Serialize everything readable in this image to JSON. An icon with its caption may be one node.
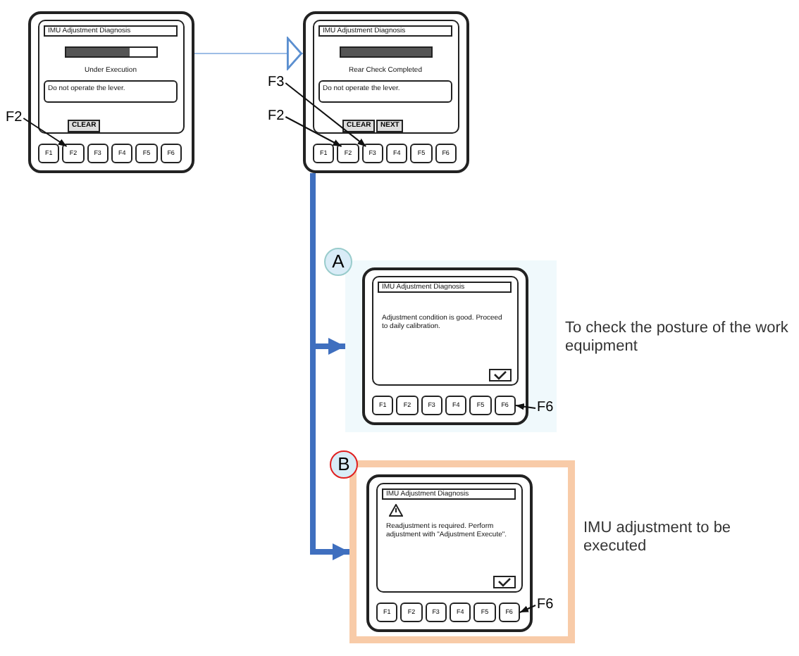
{
  "diagram": {
    "nodes": [
      {
        "text": [
          "IMU Adjustment Diagnosis",
          "Under Execution",
          "Do not operate the lever.",
          "CLEAR"
        ]
      },
      {
        "text": [
          "F1"
        ],
        "in": 0
      },
      {
        "text": [
          "F2"
        ],
        "in": 0
      },
      {
        "text": [
          "F3"
        ],
        "in": 0
      },
      {
        "text": [
          "F4"
        ],
        "in": 0
      },
      {
        "text": [
          "F5"
        ],
        "in": 0
      },
      {
        "text": [
          "F6"
        ],
        "in": 0
      },
      {
        "text": [
          "IMU Adjustment Diagnosis",
          "Rear Check Completed",
          "Do not operate the lever.",
          "CLEAR",
          "NEXT"
        ]
      },
      {
        "text": [
          "F1"
        ],
        "in": 7
      },
      {
        "text": [
          "F2"
        ],
        "in": 7
      },
      {
        "text": [
          "F3"
        ],
        "in": 7
      },
      {
        "text": [
          "F4"
        ],
        "in": 7
      },
      {
        "text": [
          "F5"
        ],
        "in": 7
      },
      {
        "text": [
          "F6"
        ],
        "in": 7
      },
      {
        "text": [],
        "shape": "box",
        "beside": [
          "To check the posture of the work equipment"
        ]
      },
      {
        "text": [
          "A"
        ]
      },
      {
        "text": [
          "IMU Adjustment Diagnosis",
          "Adjustment condition is good. Proceed to daily calibration."
        ],
        "in": 14
      },
      {
        "text": [
          "F1"
        ],
        "in": 16
      },
      {
        "text": [
          "F2"
        ],
        "in": 16
      },
      {
        "text": [
          "F3"
        ],
        "in": 16
      },
      {
        "text": [
          "F4"
        ],
        "in": 16
      },
      {
        "text": [
          "F5"
        ],
        "in": 16
      },
      {
        "text": [
          "F6"
        ],
        "in": 16
      },
      {
        "text": [],
        "shape": "box",
        "beside": [
          "IMU adjustment to be executed"
        ]
      },
      {
        "text": [
          "B"
        ]
      },
      {
        "text": [
          "IMU Adjustment Diagnosis",
          "Readjustment is required. Perform adjustment with \"Adjustment Execute\"."
        ],
        "in": 23
      },
      {
        "text": [
          "F1"
        ],
        "in": 25
      },
      {
        "text": [
          "F2"
        ],
        "in": 25
      },
      {
        "text": [
          "F3"
        ],
        "in": 25
      },
      {
        "text": [
          "F4"
        ],
        "in": 25
      },
      {
        "text": [
          "F5"
        ],
        "in": 25
      },
      {
        "text": [
          "F6"
        ],
        "in": 25
      },
      {
        "text": [
          "F2"
        ]
      },
      {
        "text": [
          "F3"
        ]
      },
      {
        "text": [
          "F2"
        ]
      },
      {
        "text": [
          "F6"
        ],
        "in": 14
      },
      {
        "text": [
          "F6"
        ],
        "in": 23
      }
    ],
    "edges": [
      {
        "from": 0,
        "to": 7,
        "arrow": "to",
        "color": "#9dbde6"
      },
      {
        "from": 7,
        "to": 14,
        "arrow": "to",
        "style": "thick",
        "color": "#3f6fbf"
      },
      {
        "from": 7,
        "to": 23,
        "arrow": "to",
        "style": "thick",
        "color": "#3f6fbf"
      },
      {
        "from": 32,
        "to": 2,
        "arrow": "to"
      },
      {
        "from": 33,
        "to": 10,
        "arrow": "to"
      },
      {
        "from": 34,
        "to": 9,
        "arrow": "to"
      },
      {
        "from": 35,
        "to": 22,
        "arrow": "to"
      },
      {
        "from": 36,
        "to": 31,
        "arrow": "to"
      }
    ]
  }
}
